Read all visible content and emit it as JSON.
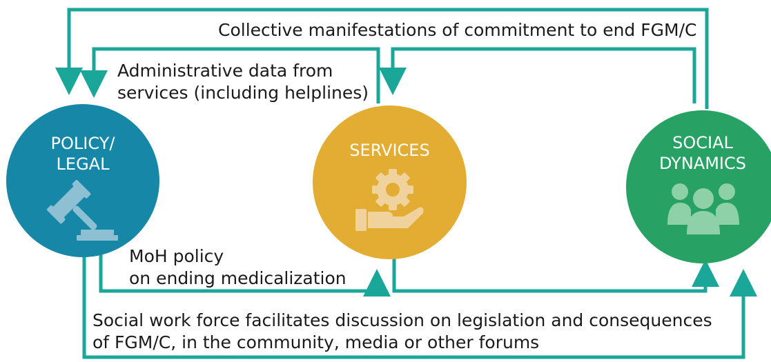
{
  "colors": {
    "connector": "#1aa699",
    "policy": "#1687a6",
    "services": "#e3ac32",
    "social": "#27a264",
    "policy_icon": "#8cc0d2",
    "services_icon": "#f0d39c",
    "social_icon": "#8ed1a8"
  },
  "nodes": {
    "policy": {
      "title_line1": "POLICY/",
      "title_line2": "LEGAL",
      "icon": "gavel-icon"
    },
    "services": {
      "title": "SERVICES",
      "icon": "hand-gear-icon"
    },
    "social": {
      "title_line1": "SOCIAL",
      "title_line2": "DYNAMICS",
      "icon": "people-group-icon"
    }
  },
  "flows": {
    "collective": "Collective manifestations of commitment to end FGM/C",
    "admin_line1": "Administrative data from",
    "admin_line2": "services (including helplines)",
    "moh_line1": "MoH policy",
    "moh_line2": "on ending medicalization",
    "social_work_line1": "Social work force facilitates discussion  on legislation and consequences",
    "social_work_line2": "of FGM/C, in the community, media or other forums"
  }
}
